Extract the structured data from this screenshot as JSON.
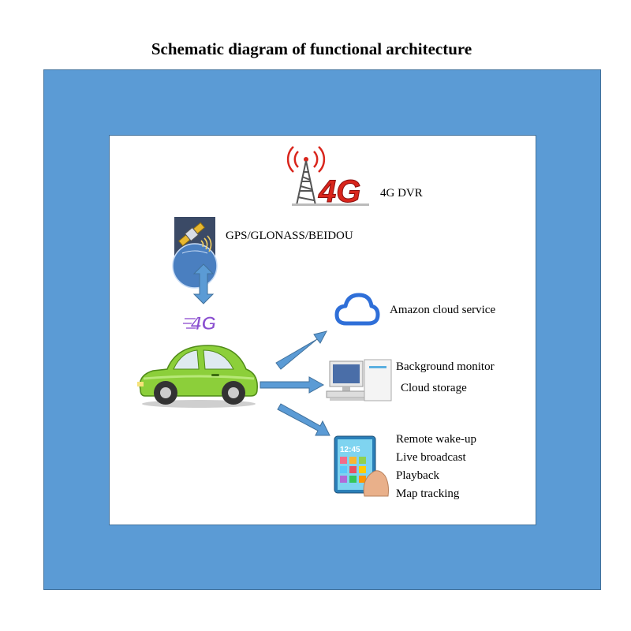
{
  "title": "Schematic diagram of functional architecture",
  "dvr_label": "4G  DVR",
  "tower_badge": "4G",
  "gps_label": "GPS/GLONASS/BEIDOU",
  "car_network_badge": "4G",
  "cloud_label": "Amazon cloud service",
  "monitor_labels": [
    "Background monitor",
    "Cloud storage"
  ],
  "phone_time": "12:45",
  "phone_features": [
    "Remote wake-up",
    "Live broadcast",
    "Playback",
    "Map tracking"
  ],
  "colors": {
    "outer_frame": "#5b9bd5",
    "arrow": "#5b9bd5",
    "car_body": "#8ccf3a",
    "tower_red": "#d9251c",
    "cloud_blue": "#2f6fd8",
    "badge_purple": "#8a4fd0"
  }
}
